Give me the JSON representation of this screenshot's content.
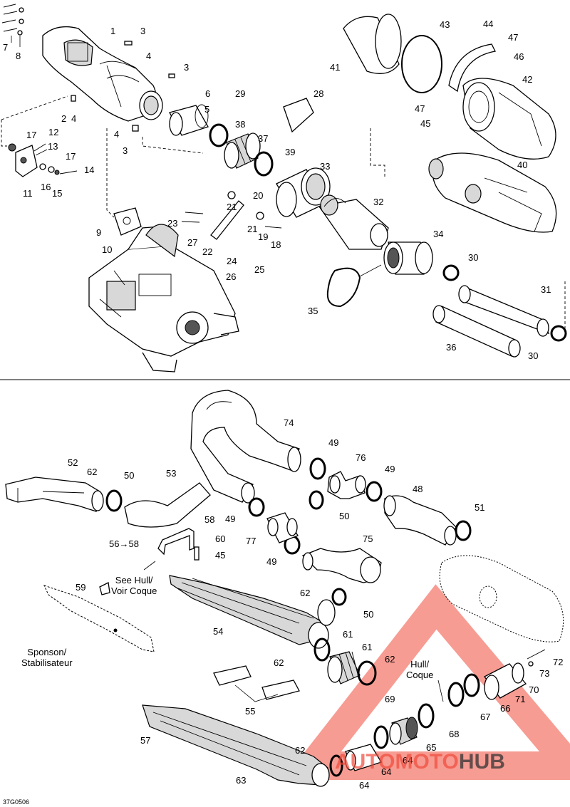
{
  "diagram": {
    "ref_code": "37G0506",
    "labels_upper": [
      "1",
      "2",
      "3",
      "3",
      "3",
      "4",
      "4",
      "4",
      "5",
      "6",
      "7",
      "8",
      "9",
      "10",
      "11",
      "12",
      "13",
      "14",
      "15",
      "16",
      "17",
      "17",
      "18",
      "19",
      "20",
      "21",
      "21",
      "22",
      "23",
      "24",
      "25",
      "26",
      "27",
      "28",
      "29",
      "30",
      "30",
      "31",
      "32",
      "33",
      "34",
      "35",
      "36",
      "37",
      "38",
      "39",
      "40",
      "41",
      "42",
      "43",
      "44",
      "45",
      "46",
      "47",
      "47"
    ],
    "labels_lower": [
      "45",
      "48",
      "49",
      "49",
      "49",
      "49",
      "50",
      "50",
      "50",
      "51",
      "52",
      "53",
      "54",
      "55",
      "57",
      "58",
      "59",
      "60",
      "61",
      "61",
      "62",
      "62",
      "62",
      "62",
      "62",
      "63",
      "64",
      "64",
      "64",
      "65",
      "66",
      "67",
      "68",
      "69",
      "70",
      "71",
      "72",
      "73",
      "74",
      "75",
      "76",
      "77"
    ],
    "arrow_label": "56→58",
    "notes": {
      "hull_ref": "See Hull/\nVoir Coque",
      "sponson": "Sponson/\nStabilisateur",
      "hull_coque": "Hull/\nCoque"
    },
    "watermark": {
      "part1": "AUTO",
      "part2": "MOTO",
      "part3": "HUB"
    },
    "colors": {
      "line": "#000000",
      "background": "#ffffff",
      "watermark_red": "#f04a3a",
      "watermark_dark": "#333333"
    }
  }
}
